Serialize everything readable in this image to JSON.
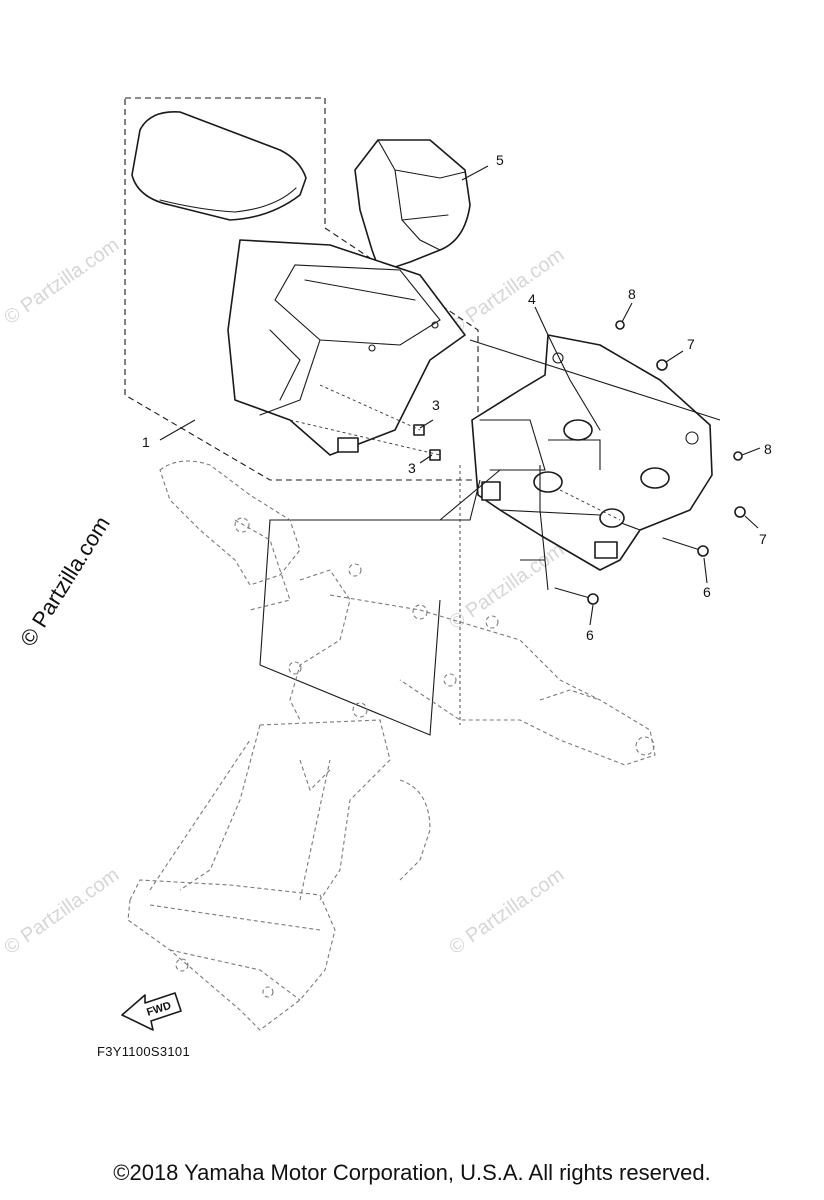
{
  "callouts": {
    "c1": "1",
    "c3a": "3",
    "c3b": "3",
    "c4": "4",
    "c5": "5",
    "c6a": "6",
    "c6b": "6",
    "c7a": "7",
    "c7b": "7",
    "c8a": "8",
    "c8b": "8"
  },
  "diagram_code": "F3Y1100S3101",
  "fwd_label": "FWD",
  "watermarks": {
    "text": "© Partzilla.com",
    "side": "© Partzilla.com"
  },
  "copyright": "©2018  Yamaha Motor Corporation, U.S.A. All rights reserved."
}
